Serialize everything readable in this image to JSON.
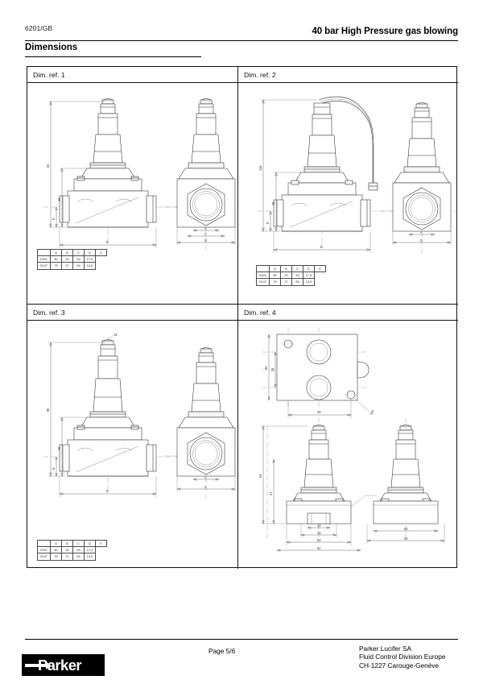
{
  "header": {
    "doc_code": "6201/GB",
    "title": "40 bar High Pressure gas blowing",
    "section": "Dimensions"
  },
  "panels": [
    {
      "title": "Dim. ref. 1",
      "front_view_dims": [
        "80",
        "45",
        "E",
        "B"
      ],
      "end_view_dims": [
        "A",
        "C",
        "D"
      ],
      "table": {
        "columns": [
          "A",
          "B",
          "C",
          "D",
          "E"
        ],
        "rows": [
          [
            "G3/4\"",
            "80",
            "32",
            "53",
            "17,5"
          ],
          [
            "G1/2\"",
            "75",
            "27",
            "53",
            "13,5"
          ]
        ]
      }
    },
    {
      "title": "Dim. ref. 2",
      "front_view_dims": [
        "118",
        "45",
        "E",
        "B"
      ],
      "end_view_dims": [
        "A",
        "C",
        "D"
      ],
      "table": {
        "columns": [
          "A",
          "B",
          "C",
          "D",
          "E"
        ],
        "rows": [
          [
            "G3/4\"",
            "80",
            "32",
            "53",
            "17,5"
          ],
          [
            "G1/2\"",
            "75",
            "27",
            "53",
            "13,5"
          ]
        ]
      }
    },
    {
      "title": "Dim. ref. 3",
      "front_view_dims": [
        "96",
        "45",
        "E",
        "B",
        "M"
      ],
      "end_view_dims": [
        "A",
        "C",
        "D"
      ],
      "table": {
        "columns": [
          "A",
          "B",
          "C",
          "D",
          "E"
        ],
        "rows": [
          [
            "G3/4\"",
            "80",
            "32",
            "53",
            "17,5"
          ],
          [
            "G1/2\"",
            "75",
            "27",
            "53",
            "13,5"
          ]
        ]
      }
    },
    {
      "title": "Dim. ref. 4",
      "top_view_dims": [
        "36",
        "24",
        "38",
        "M5"
      ],
      "front_view_dims": [
        "63",
        "47",
        "13",
        "20",
        "50",
        "61"
      ],
      "side_view_dims": [
        "50",
        "53"
      ]
    }
  ],
  "footer": {
    "page": "Page 5/6",
    "company": "Parker Lucifer SA",
    "division": "Fluid Control Division Europe",
    "address": "CH-1227 Carouge-Genève",
    "logo_text": "Parker"
  }
}
